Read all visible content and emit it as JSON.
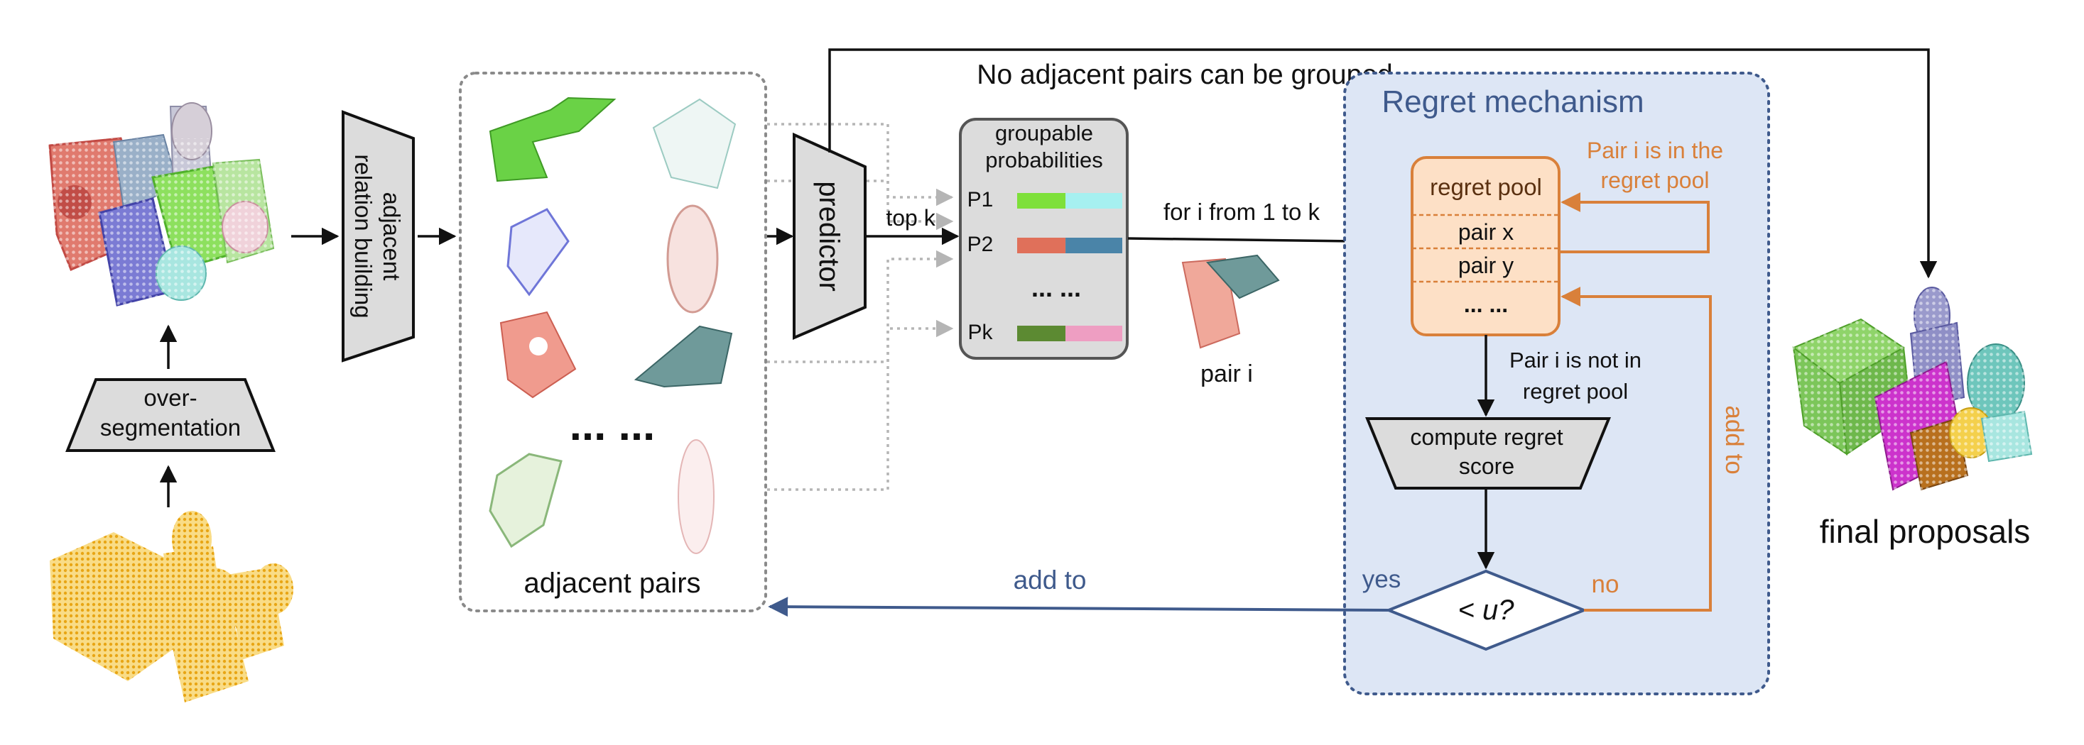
{
  "colors": {
    "regret_blue": "#3f5a8c",
    "regret_orange": "#d9803a",
    "regret_panel_bg": "#dde6f5",
    "box_grey": "#dcdcdc",
    "pool_fill": "#fde0c6",
    "point_yellow": "#f2b21e",
    "p1_left": "#7ee03a",
    "p1_right": "#a6f0f0",
    "p2_left": "#e0705a",
    "p2_right": "#4a84a8",
    "pk_left": "#5c8a32",
    "pk_right": "#ee9ec2"
  },
  "oversegmentation_label": "over-\nsegmentation",
  "adjacent_relation_label": "adjacent\nrelation building",
  "adjacent_pairs": {
    "ellipsis": "... ...",
    "label": "adjacent pairs"
  },
  "predictor_label": "predictor",
  "top_k_label": "top k",
  "no_group_label": "No adjacent pairs can be grouped",
  "groupable": {
    "title": "groupable\nprobabilities",
    "rows": [
      {
        "label": "P1",
        "split": 0.46
      },
      {
        "label": "P2",
        "split": 0.46
      },
      {
        "label": "Pk",
        "split": 0.46
      }
    ],
    "ellipsis": "... ..."
  },
  "for_i_label": "for i from 1 to k",
  "pair_i_label": "pair i",
  "regret": {
    "title": "Regret mechanism",
    "pool_title": "regret pool",
    "pool_items": [
      "pair x",
      "pair y",
      "... ..."
    ],
    "in_pool_label": "Pair i is in the\nregret pool",
    "not_in_pool_label": "Pair i is not in\nregret pool",
    "compute_label": "compute regret\nscore",
    "decision_label": "< u?",
    "yes_label": "yes",
    "no_label": "no",
    "add_to_right": "add to"
  },
  "add_to_bottom": "add to",
  "final_label": "final proposals"
}
